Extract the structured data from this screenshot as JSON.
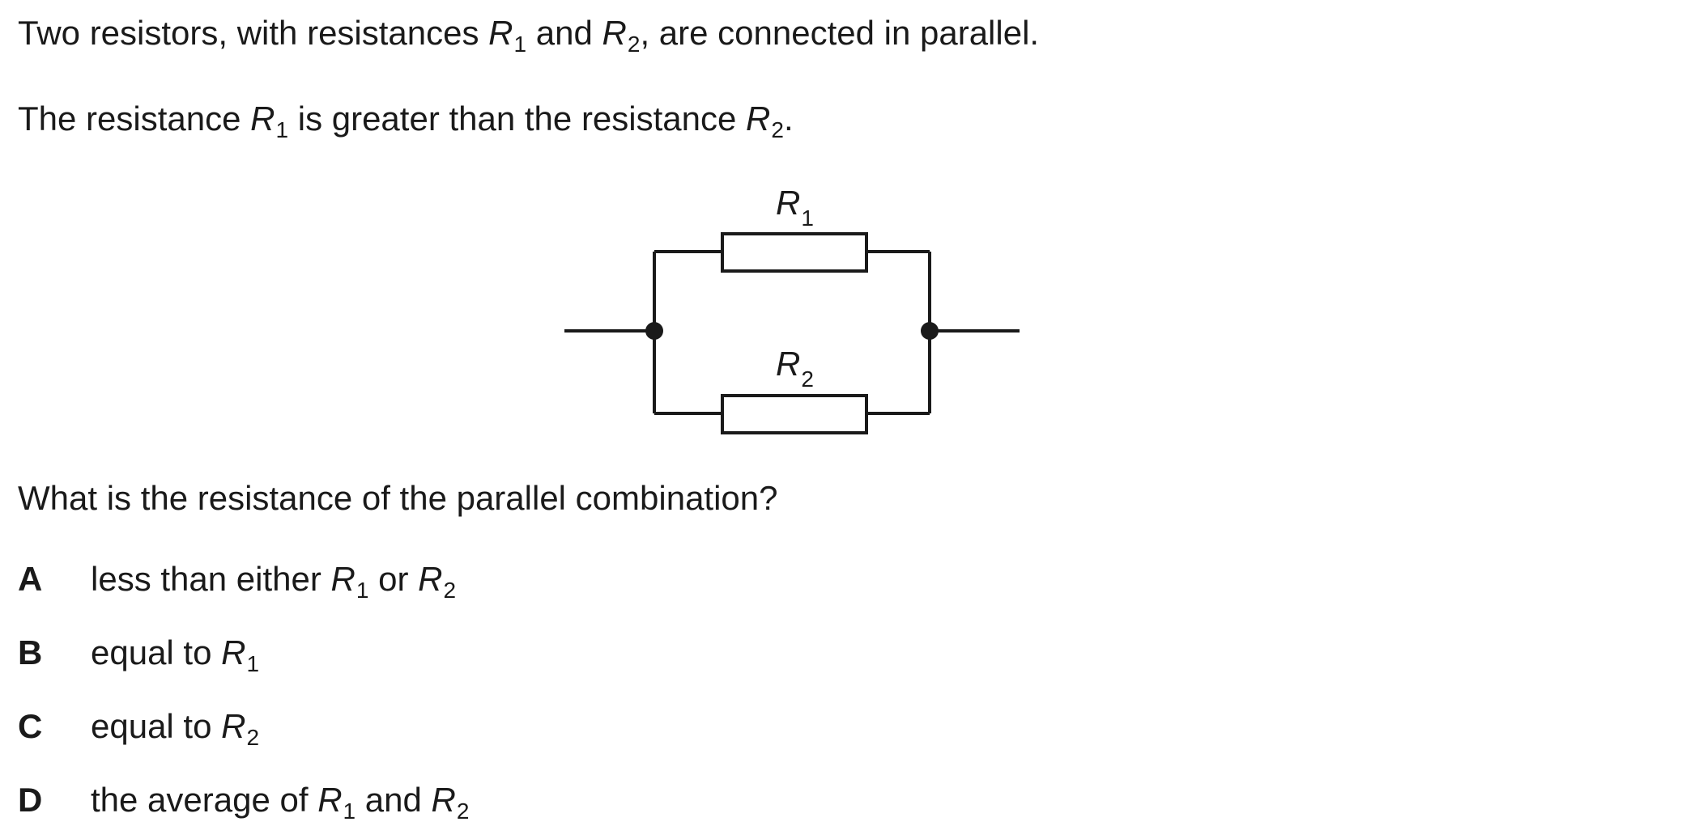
{
  "intro": {
    "line1": {
      "before": "Two resistors, with resistances ",
      "r1": "R",
      "r1_sub": "1",
      "and": " and ",
      "r2": "R",
      "r2_sub": "2",
      "after": ", are connected in parallel."
    },
    "line2": {
      "before": "The resistance ",
      "r1": "R",
      "r1_sub": "1",
      "middle": " is greater than the resistance ",
      "r2": "R",
      "r2_sub": "2",
      "after": "."
    }
  },
  "diagram": {
    "r1_label": "R",
    "r1_sub": "1",
    "r2_label": "R",
    "r2_sub": "2"
  },
  "question": "What is the resistance of the parallel combination?",
  "options": [
    {
      "letter": "A",
      "text": "less than either ",
      "v1": "R",
      "v1_sub": "1",
      "join": " or ",
      "v2": "R",
      "v2_sub": "2"
    },
    {
      "letter": "B",
      "text": "equal to ",
      "v1": "R",
      "v1_sub": "1"
    },
    {
      "letter": "C",
      "text": "equal to ",
      "v1": "R",
      "v1_sub": "2"
    },
    {
      "letter": "D",
      "text": "the average of ",
      "v1": "R",
      "v1_sub": "1",
      "join": " and ",
      "v2": "R",
      "v2_sub": "2"
    }
  ]
}
